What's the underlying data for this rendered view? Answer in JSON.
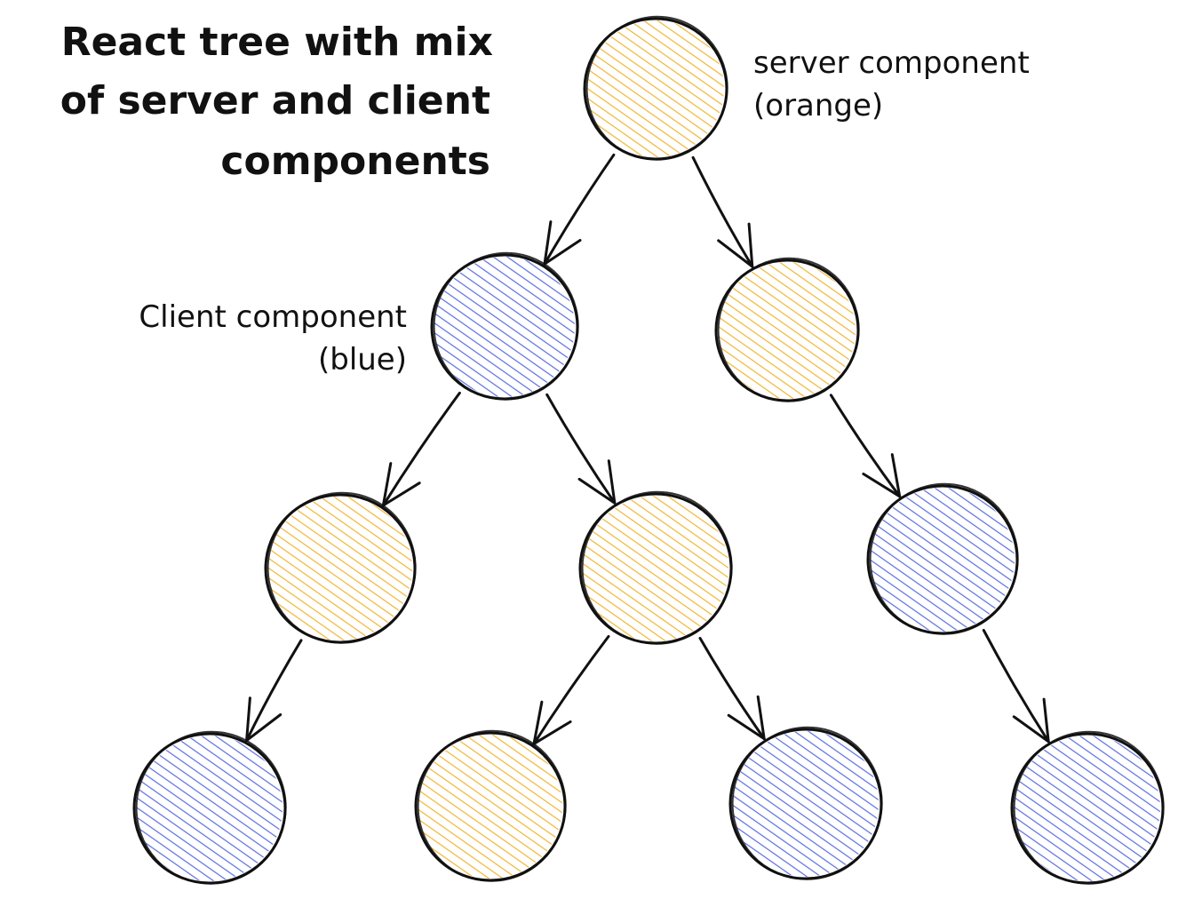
{
  "title": {
    "lines": [
      "React tree with mix",
      "of server and client",
      "components"
    ]
  },
  "annotations": {
    "server": {
      "line1": "server component",
      "line2": "(orange)"
    },
    "client": {
      "line1": "Client component",
      "line2": "(blue)"
    }
  },
  "colors": {
    "server": "#f2b630",
    "client": "#5a6fe0",
    "stroke": "#111111"
  },
  "tree": {
    "nodes": [
      {
        "id": "root",
        "type": "server"
      },
      {
        "id": "l1-a",
        "type": "client"
      },
      {
        "id": "l1-b",
        "type": "server"
      },
      {
        "id": "l2-a",
        "type": "server"
      },
      {
        "id": "l2-b",
        "type": "server"
      },
      {
        "id": "l2-c",
        "type": "client"
      },
      {
        "id": "l3-a",
        "type": "client"
      },
      {
        "id": "l3-b",
        "type": "server"
      },
      {
        "id": "l3-c",
        "type": "client"
      },
      {
        "id": "l3-d",
        "type": "client"
      }
    ],
    "edges": [
      {
        "from": "root",
        "to": "l1-a"
      },
      {
        "from": "root",
        "to": "l1-b"
      },
      {
        "from": "l1-a",
        "to": "l2-a"
      },
      {
        "from": "l1-a",
        "to": "l2-b"
      },
      {
        "from": "l1-b",
        "to": "l2-c"
      },
      {
        "from": "l2-a",
        "to": "l3-a"
      },
      {
        "from": "l2-b",
        "to": "l3-b"
      },
      {
        "from": "l2-b",
        "to": "l3-c"
      },
      {
        "from": "l2-c",
        "to": "l3-d"
      }
    ]
  }
}
